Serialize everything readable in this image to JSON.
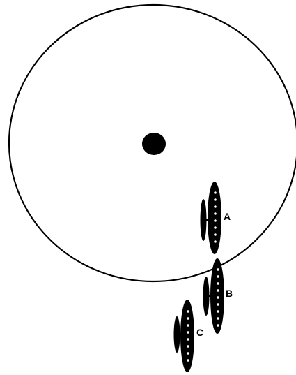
{
  "labels": {
    "a": "A",
    "b": "B",
    "c": "C"
  },
  "colors": {
    "stroke": "#000000",
    "fill": "#000000",
    "dots": "#ffffff",
    "background": "#ffffff"
  },
  "icons": {
    "center": "center-dot-icon",
    "cluster": "cluster-icon"
  }
}
